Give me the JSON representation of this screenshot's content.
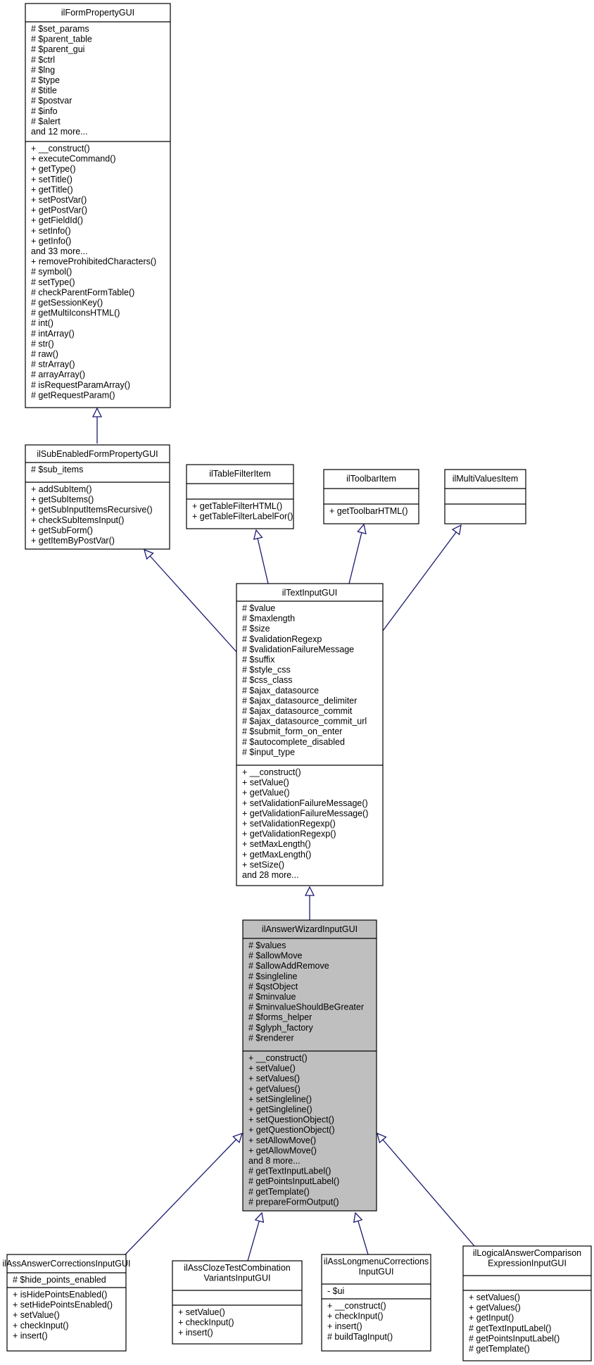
{
  "classes": [
    {
      "id": "ilFormPropertyGUI",
      "title": "ilFormPropertyGUI",
      "attributes": [
        "# $set_params",
        "# $parent_table",
        "# $parent_gui",
        "# $ctrl",
        "# $lng",
        "# $type",
        "# $title",
        "# $postvar",
        "# $info",
        "# $alert",
        "and 12 more..."
      ],
      "methods": [
        "+ __construct()",
        "+ executeCommand()",
        "+ getType()",
        "+ setTitle()",
        "+ getTitle()",
        "+ setPostVar()",
        "+ getPostVar()",
        "+ getFieldId()",
        "+ setInfo()",
        "+ getInfo()",
        "and 33 more...",
        "+ removeProhibitedCharacters()",
        "# symbol()",
        "# setType()",
        "# checkParentFormTable()",
        "# getSessionKey()",
        "# getMultiIconsHTML()",
        "# int()",
        "# intArray()",
        "# str()",
        "# raw()",
        "# strArray()",
        "# arrayArray()",
        "# isRequestParamArray()",
        "# getRequestParam()"
      ]
    },
    {
      "id": "ilSubEnabledFormPropertyGUI",
      "title": "ilSubEnabledFormPropertyGUI",
      "attributes": [
        "# $sub_items"
      ],
      "methods": [
        "+ addSubItem()",
        "+ getSubItems()",
        "+ getSubInputItemsRecursive()",
        "+ checkSubItemsInput()",
        "+ getSubForm()",
        "+ getItemByPostVar()"
      ]
    },
    {
      "id": "ilTableFilterItem",
      "title": "ilTableFilterItem",
      "attributes": [],
      "methods": [
        "+ getTableFilterHTML()",
        "+ getTableFilterLabelFor()"
      ]
    },
    {
      "id": "ilToolbarItem",
      "title": "ilToolbarItem",
      "attributes": [],
      "methods": [
        "+ getToolbarHTML()"
      ]
    },
    {
      "id": "ilMultiValuesItem",
      "title": "ilMultiValuesItem",
      "attributes": [],
      "methods": []
    },
    {
      "id": "ilTextInputGUI",
      "title": "ilTextInputGUI",
      "attributes": [
        "# $value",
        "# $maxlength",
        "# $size",
        "# $validationRegexp",
        "# $validationFailureMessage",
        "# $suffix",
        "# $style_css",
        "# $css_class",
        "# $ajax_datasource",
        "# $ajax_datasource_delimiter",
        "# $ajax_datasource_commit",
        "# $ajax_datasource_commit_url",
        "# $submit_form_on_enter",
        "# $autocomplete_disabled",
        "# $input_type"
      ],
      "methods": [
        "+ __construct()",
        "+ setValue()",
        "+ getValue()",
        "+ setValidationFailureMessage()",
        "+ getValidationFailureMessage()",
        "+ setValidationRegexp()",
        "+ getValidationRegexp()",
        "+ setMaxLength()",
        "+ getMaxLength()",
        "+ setSize()",
        "and 28 more..."
      ]
    },
    {
      "id": "ilAnswerWizardInputGUI",
      "title": "ilAnswerWizardInputGUI",
      "attributes": [
        "# $values",
        "# $allowMove",
        "# $allowAddRemove",
        "# $singleline",
        "# $qstObject",
        "# $minvalue",
        "# $minvalueShouldBeGreater",
        "# $forms_helper",
        "# $glyph_factory",
        "# $renderer"
      ],
      "methods": [
        "+ __construct()",
        "+ setValue()",
        "+ setValues()",
        "+ getValues()",
        "+ setSingleline()",
        "+ getSingleline()",
        "+ setQuestionObject()",
        "+ getQuestionObject()",
        "+ setAllowMove()",
        "+ getAllowMove()",
        "and 8 more...",
        "# getTextInputLabel()",
        "# getPointsInputLabel()",
        "# getTemplate()",
        "# prepareFormOutput()"
      ]
    },
    {
      "id": "ilAssAnswerCorrectionsInputGUI",
      "title": "ilAssAnswerCorrectionsInputGUI",
      "attributes": [
        "# $hide_points_enabled"
      ],
      "methods": [
        "+ isHidePointsEnabled()",
        "+ setHidePointsEnabled()",
        "+ setValue()",
        "+ checkInput()",
        "+ insert()"
      ]
    },
    {
      "id": "ilAssClozeTestCombinationVariantsInputGUI",
      "title": "ilAssClozeTestCombination",
      "title2": "VariantsInputGUI",
      "attributes": [],
      "methods": [
        "+ setValue()",
        "+ checkInput()",
        "+ insert()"
      ]
    },
    {
      "id": "ilAssLongmenuCorrectionsInputGUI",
      "title": "ilAssLongmenuCorrections",
      "title2": "InputGUI",
      "attributes": [
        "- $ui"
      ],
      "methods": [
        "+ __construct()",
        "+ checkInput()",
        "+ insert()",
        "# buildTagInput()"
      ]
    },
    {
      "id": "ilLogicalAnswerComparisonExpressionInputGUI",
      "title": "ilLogicalAnswerComparison",
      "title2": "ExpressionInputGUI",
      "attributes": [],
      "methods": [
        "+ setValues()",
        "+ getValues()",
        "+ getInput()",
        "# getTextInputLabel()",
        "# getPointsInputLabel()",
        "# getTemplate()"
      ]
    }
  ],
  "inheritance": [
    {
      "from": "ilSubEnabledFormPropertyGUI",
      "to": "ilFormPropertyGUI"
    },
    {
      "from": "ilTextInputGUI",
      "to": "ilSubEnabledFormPropertyGUI"
    },
    {
      "from": "ilTextInputGUI",
      "to": "ilTableFilterItem"
    },
    {
      "from": "ilTextInputGUI",
      "to": "ilToolbarItem"
    },
    {
      "from": "ilTextInputGUI",
      "to": "ilMultiValuesItem"
    },
    {
      "from": "ilAnswerWizardInputGUI",
      "to": "ilTextInputGUI"
    },
    {
      "from": "ilAssAnswerCorrectionsInputGUI",
      "to": "ilAnswerWizardInputGUI"
    },
    {
      "from": "ilAssClozeTestCombinationVariantsInputGUI",
      "to": "ilAnswerWizardInputGUI"
    },
    {
      "from": "ilAssLongmenuCorrectionsInputGUI",
      "to": "ilAnswerWizardInputGUI"
    },
    {
      "from": "ilLogicalAnswerComparisonExpressionInputGUI",
      "to": "ilAnswerWizardInputGUI"
    }
  ],
  "focus_class": "ilAnswerWizardInputGUI",
  "colors": {
    "focus_fill": "#bfbfbf",
    "edge": "#191970",
    "border": "#000000",
    "background": "#ffffff"
  }
}
